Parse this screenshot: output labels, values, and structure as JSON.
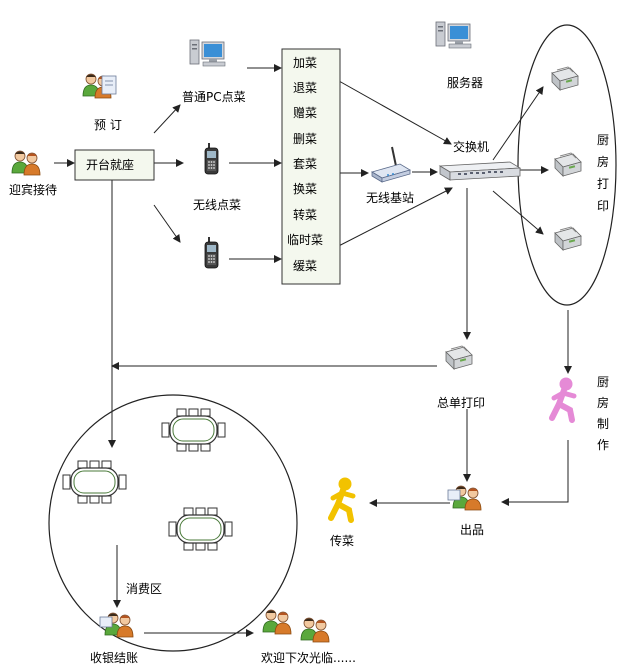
{
  "labels": {
    "yingbin": "迎宾接待",
    "yuding": "预 订",
    "kaitai": "开台就座",
    "pc_order": "普通PC点菜",
    "wireless_order": "无线点菜",
    "wireless_base": "无线基站",
    "switch": "交换机",
    "server": "服务器",
    "summary_print": "总单打印",
    "serve_out": "出品",
    "deliver": "传菜",
    "consume_area": "消费区",
    "checkout": "收银结账",
    "farewell": "欢迎下次光临......",
    "kitchen_print_vertical": [
      "厨",
      "房",
      "打",
      "印"
    ],
    "kitchen_make_vertical": [
      "厨",
      "房",
      "制",
      "作"
    ]
  },
  "operations": [
    "加菜",
    "退菜",
    "赠菜",
    "删菜",
    "套菜",
    "换菜",
    "转菜",
    "临时菜",
    "缓菜"
  ],
  "icons": {
    "people": "people-icon",
    "computer": "computer-icon",
    "phone": "handheld-icon",
    "router": "wireless-router-icon",
    "switch": "network-switch-icon",
    "printer": "printer-icon",
    "runner": "runner-icon"
  },
  "colors": {
    "line": "#222222",
    "ops_box_fill": "#f4f8ee",
    "runner_yellow": "#f2c200",
    "runner_pink": "#e58ad6",
    "runner_green": "#6aa84f"
  }
}
